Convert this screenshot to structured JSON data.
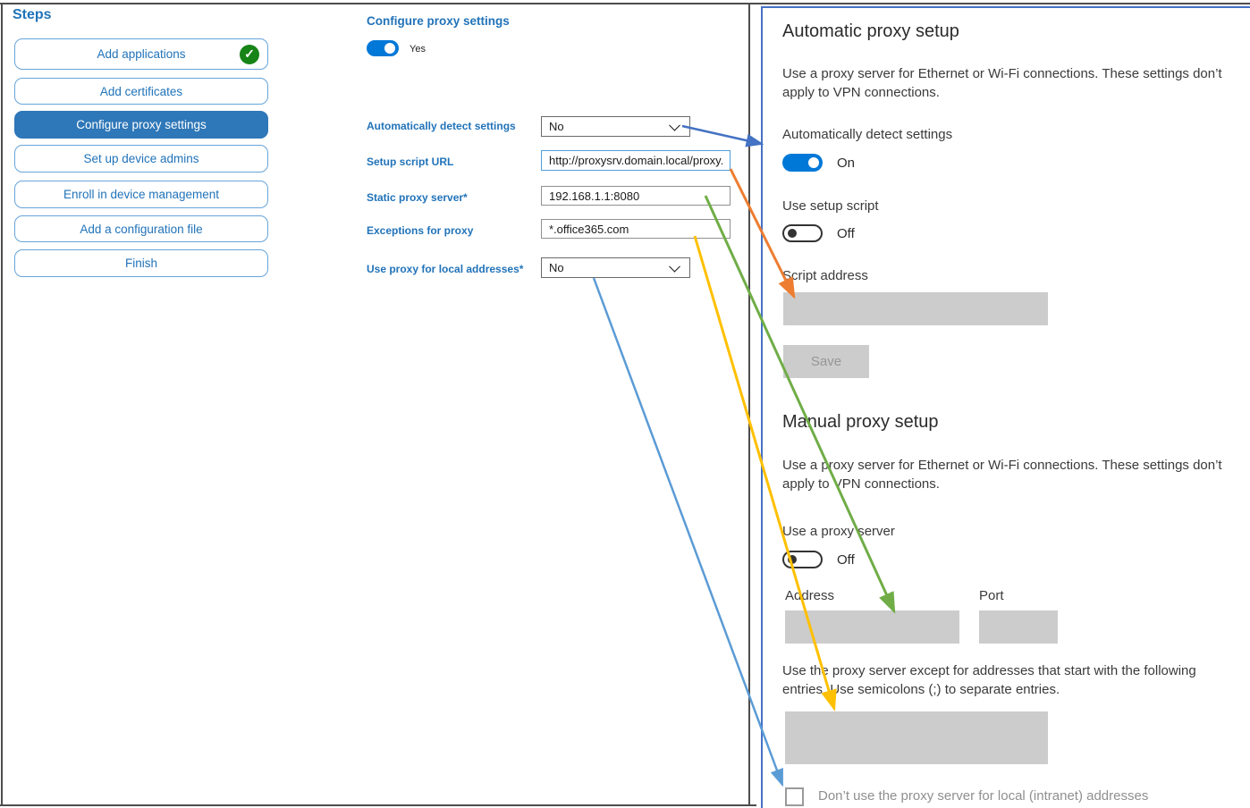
{
  "colors": {
    "accent_selected_step": "#2e77b8",
    "label_blue": "#2173b9",
    "toggle_on_blue": "#0078d7",
    "panel_frame_blue": "#4472c4",
    "success_green": "#168416",
    "disabled_gray": "#cccccc"
  },
  "steps": {
    "title": "Steps",
    "items": [
      {
        "label": "Add applications",
        "status": "completed"
      },
      {
        "label": "Add certificates",
        "status": "default"
      },
      {
        "label": "Configure proxy settings",
        "status": "selected"
      },
      {
        "label": "Set up device admins",
        "status": "default"
      },
      {
        "label": "Enroll in device management",
        "status": "default"
      },
      {
        "label": "Add a configuration file",
        "status": "default"
      },
      {
        "label": "Finish",
        "status": "default"
      }
    ]
  },
  "form": {
    "title": "Configure proxy settings",
    "enabled_toggle": {
      "label": "Yes",
      "state": "on"
    },
    "fields": [
      {
        "label": "Automatically detect settings",
        "control": "dropdown",
        "value": "No"
      },
      {
        "label": "Setup script URL",
        "control": "text",
        "value": "http://proxysrv.domain.local/proxy.pa"
      },
      {
        "label": "Static proxy server*",
        "control": "text",
        "value": "192.168.1.1:8080"
      },
      {
        "label": "Exceptions for proxy",
        "control": "text",
        "value": "*.office365.com"
      },
      {
        "label": "Use proxy for local addresses*",
        "control": "dropdown",
        "value": "No"
      }
    ]
  },
  "settings": {
    "automatic": {
      "heading": "Automatic proxy setup",
      "description": "Use a proxy server for Ethernet or Wi-Fi connections. These settings don’t apply to VPN connections.",
      "detect": {
        "label": "Automatically detect settings",
        "state": "On"
      },
      "script": {
        "label": "Use setup script",
        "state": "Off"
      },
      "script_address_label": "Script address",
      "save_button": "Save"
    },
    "manual": {
      "heading": "Manual proxy setup",
      "description": "Use a proxy server for Ethernet or Wi-Fi connections. These settings don’t apply to VPN connections.",
      "proxy": {
        "label": "Use a proxy server",
        "state": "Off"
      },
      "address_label": "Address",
      "port_label": "Port",
      "exceptions_description": "Use the proxy server except for addresses that start with the following entries. Use semicolons (;) to separate entries.",
      "local_checkbox_label": "Don’t use the proxy server for local (intranet) addresses"
    }
  },
  "arrows": [
    {
      "name": "detect-setting-mapping",
      "color": "#4472c4"
    },
    {
      "name": "setup-script-url-mapping",
      "color": "#ed7d31"
    },
    {
      "name": "static-proxy-mapping",
      "color": "#70ad47"
    },
    {
      "name": "proxy-exceptions-mapping",
      "color": "#ffc000"
    },
    {
      "name": "local-addresses-mapping",
      "color": "#5b9bd5"
    }
  ]
}
